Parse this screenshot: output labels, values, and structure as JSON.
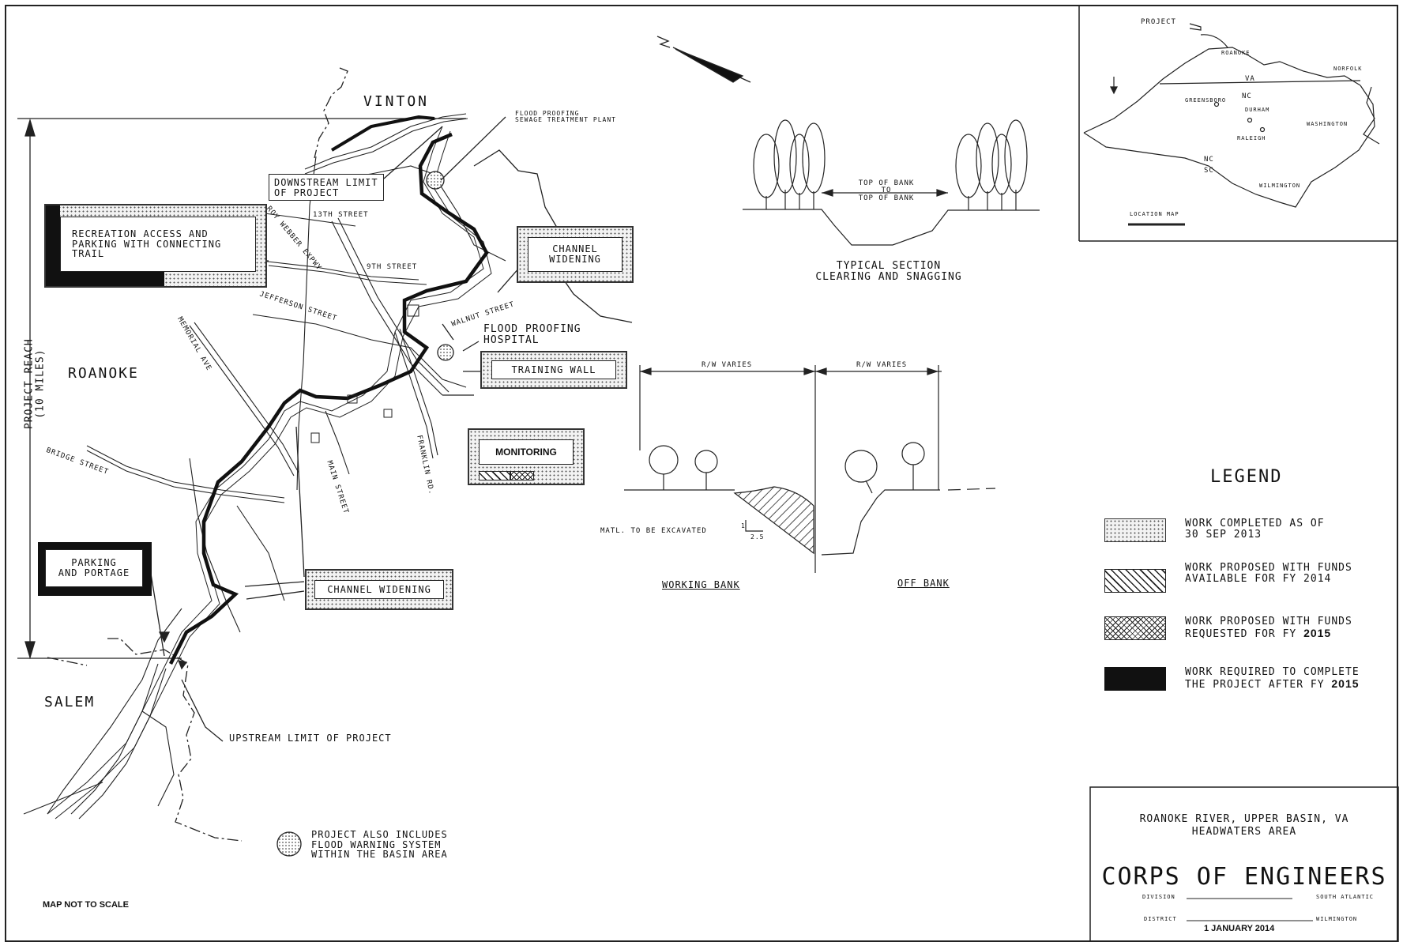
{
  "places": {
    "vinton": "VINTON",
    "roanoke": "ROANOKE",
    "salem": "SALEM"
  },
  "reach_label": "PROJECT REACH\n(10 MILES)",
  "streets": {
    "thirteenth": "13TH STREET",
    "ninth": "9TH STREET",
    "walnut": "WALNUT STREET",
    "jefferson": "JEFFERSON STREET",
    "memorial": "MEMORIAL AVE",
    "webber": "ROY WEBBER EXPWY",
    "bridge": "BRIDGE STREET",
    "main": "MAIN STREET",
    "franklin": "FRANKLIN RD."
  },
  "callouts": {
    "downstream_limit": "DOWNSTREAM LIMIT\nOF PROJECT",
    "flood_sewage": "FLOOD PROOFING\nSEWAGE TREATMENT PLANT",
    "recreation": "RECREATION ACCESS AND\nPARKING WITH CONNECTING\nTRAIL",
    "channel_widening_top": "CHANNEL\nWIDENING",
    "flood_hospital": "FLOOD PROOFING\nHOSPITAL",
    "training_wall": "TRAINING WALL",
    "monitoring": "MONITORING",
    "parking_portage": "PARKING\nAND PORTAGE",
    "channel_widening_bottom": "CHANNEL WIDENING",
    "upstream_limit": "UPSTREAM LIMIT OF PROJECT",
    "flood_warning": "PROJECT ALSO INCLUDES\nFLOOD WARNING SYSTEM\nWITHIN THE BASIN AREA",
    "not_to_scale": "MAP NOT TO SCALE"
  },
  "typical_section": {
    "top_of_bank": "TOP OF BANK\nTO\nTOP OF BANK",
    "caption": "TYPICAL SECTION\nCLEARING AND SNAGGING"
  },
  "bank_section": {
    "rw_left": "R/W VARIES",
    "rw_right": "R/W VARIES",
    "excavated": "MATL. TO BE EXCAVATED",
    "slope_v": "1",
    "slope_h": "2.5",
    "working_bank": "WORKING BANK",
    "off_bank": "OFF BANK"
  },
  "location_map": {
    "project": "PROJECT",
    "roanoke": "ROANOKE",
    "va": "VA",
    "nc": "NC",
    "norfolk": "NORFOLK",
    "greensboro": "GREENSBORO",
    "durham": "DURHAM",
    "raleigh": "RALEIGH",
    "washington": "WASHINGTON",
    "nc2": "NC",
    "sc": "SC",
    "wilmington": "WILMINGTON",
    "title": "LOCATION MAP"
  },
  "legend": {
    "title": "LEGEND",
    "items": [
      {
        "text": "WORK COMPLETED AS OF\n30 SEP 2013",
        "pattern": "stipple"
      },
      {
        "text": "WORK PROPOSED WITH FUNDS\nAVAILABLE FOR FY 2014",
        "pattern": "hatch"
      },
      {
        "text_a": "WORK PROPOSED WITH FUNDS\nREQUESTED FOR FY ",
        "year": "2015",
        "pattern": "crosshatch"
      },
      {
        "text_a": "WORK REQUIRED TO COMPLETE\nTHE PROJECT AFTER FY ",
        "year": "2015",
        "pattern": "solid"
      }
    ]
  },
  "title_block": {
    "line1": "ROANOKE RIVER, UPPER BASIN, VA",
    "line2": "HEADWATERS AREA",
    "agency": "CORPS OF ENGINEERS",
    "division_label": "DIVISION",
    "division_value": "SOUTH ATLANTIC",
    "district_label": "DISTRICT",
    "district_value": "WILMINGTON",
    "date": "1 JANUARY 2014"
  }
}
